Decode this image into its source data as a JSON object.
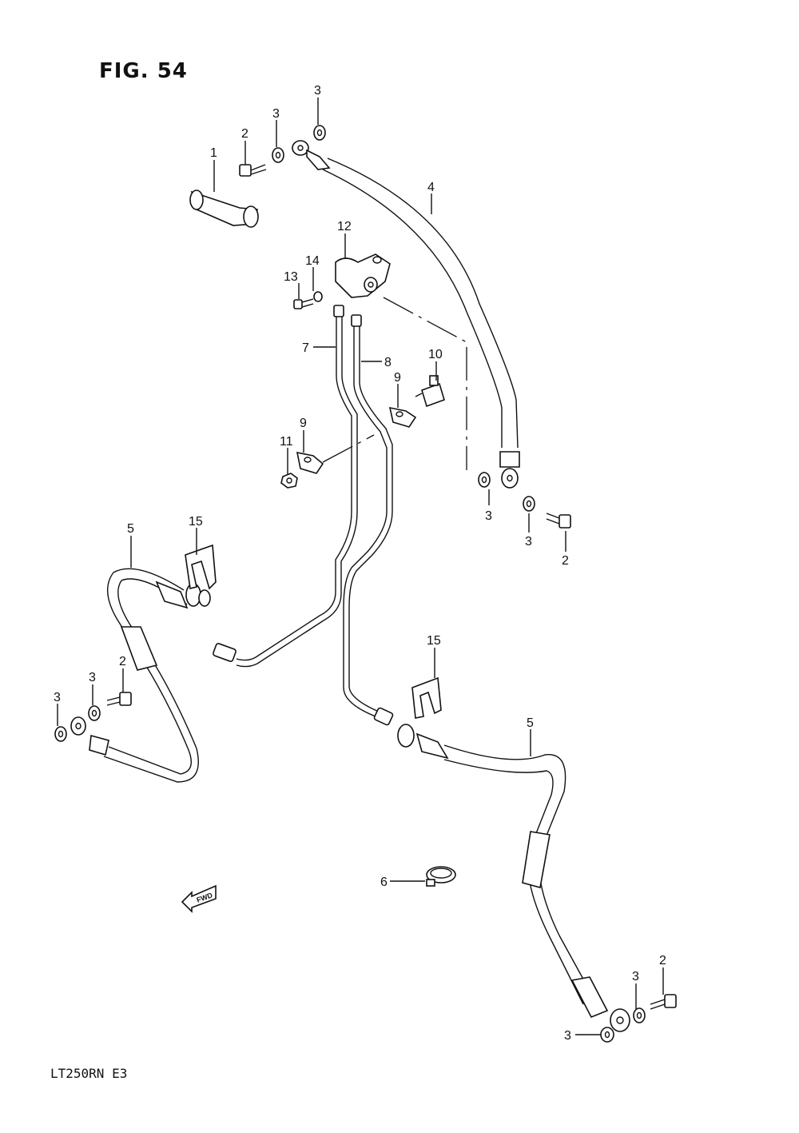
{
  "figure": {
    "title": "FIG. 54",
    "model_code": "LT250RN  E3"
  },
  "direction_arrow": {
    "label": "FWD"
  },
  "callouts": {
    "c1": "1",
    "c2a": "2",
    "c3a": "3",
    "c3b": "3",
    "c4": "4",
    "c12": "12",
    "c14": "14",
    "c13": "13",
    "c7": "7",
    "c8": "8",
    "c10": "10",
    "c9a": "9",
    "c9b": "9",
    "c11": "11",
    "c3c": "3",
    "c3d": "3",
    "c2b": "2",
    "c5a": "5",
    "c15a": "15",
    "c2c": "2",
    "c3e": "3",
    "c3f": "3",
    "c15b": "15",
    "c5b": "5",
    "c6": "6",
    "c2d": "2",
    "c3g": "3",
    "c3h": "3"
  }
}
